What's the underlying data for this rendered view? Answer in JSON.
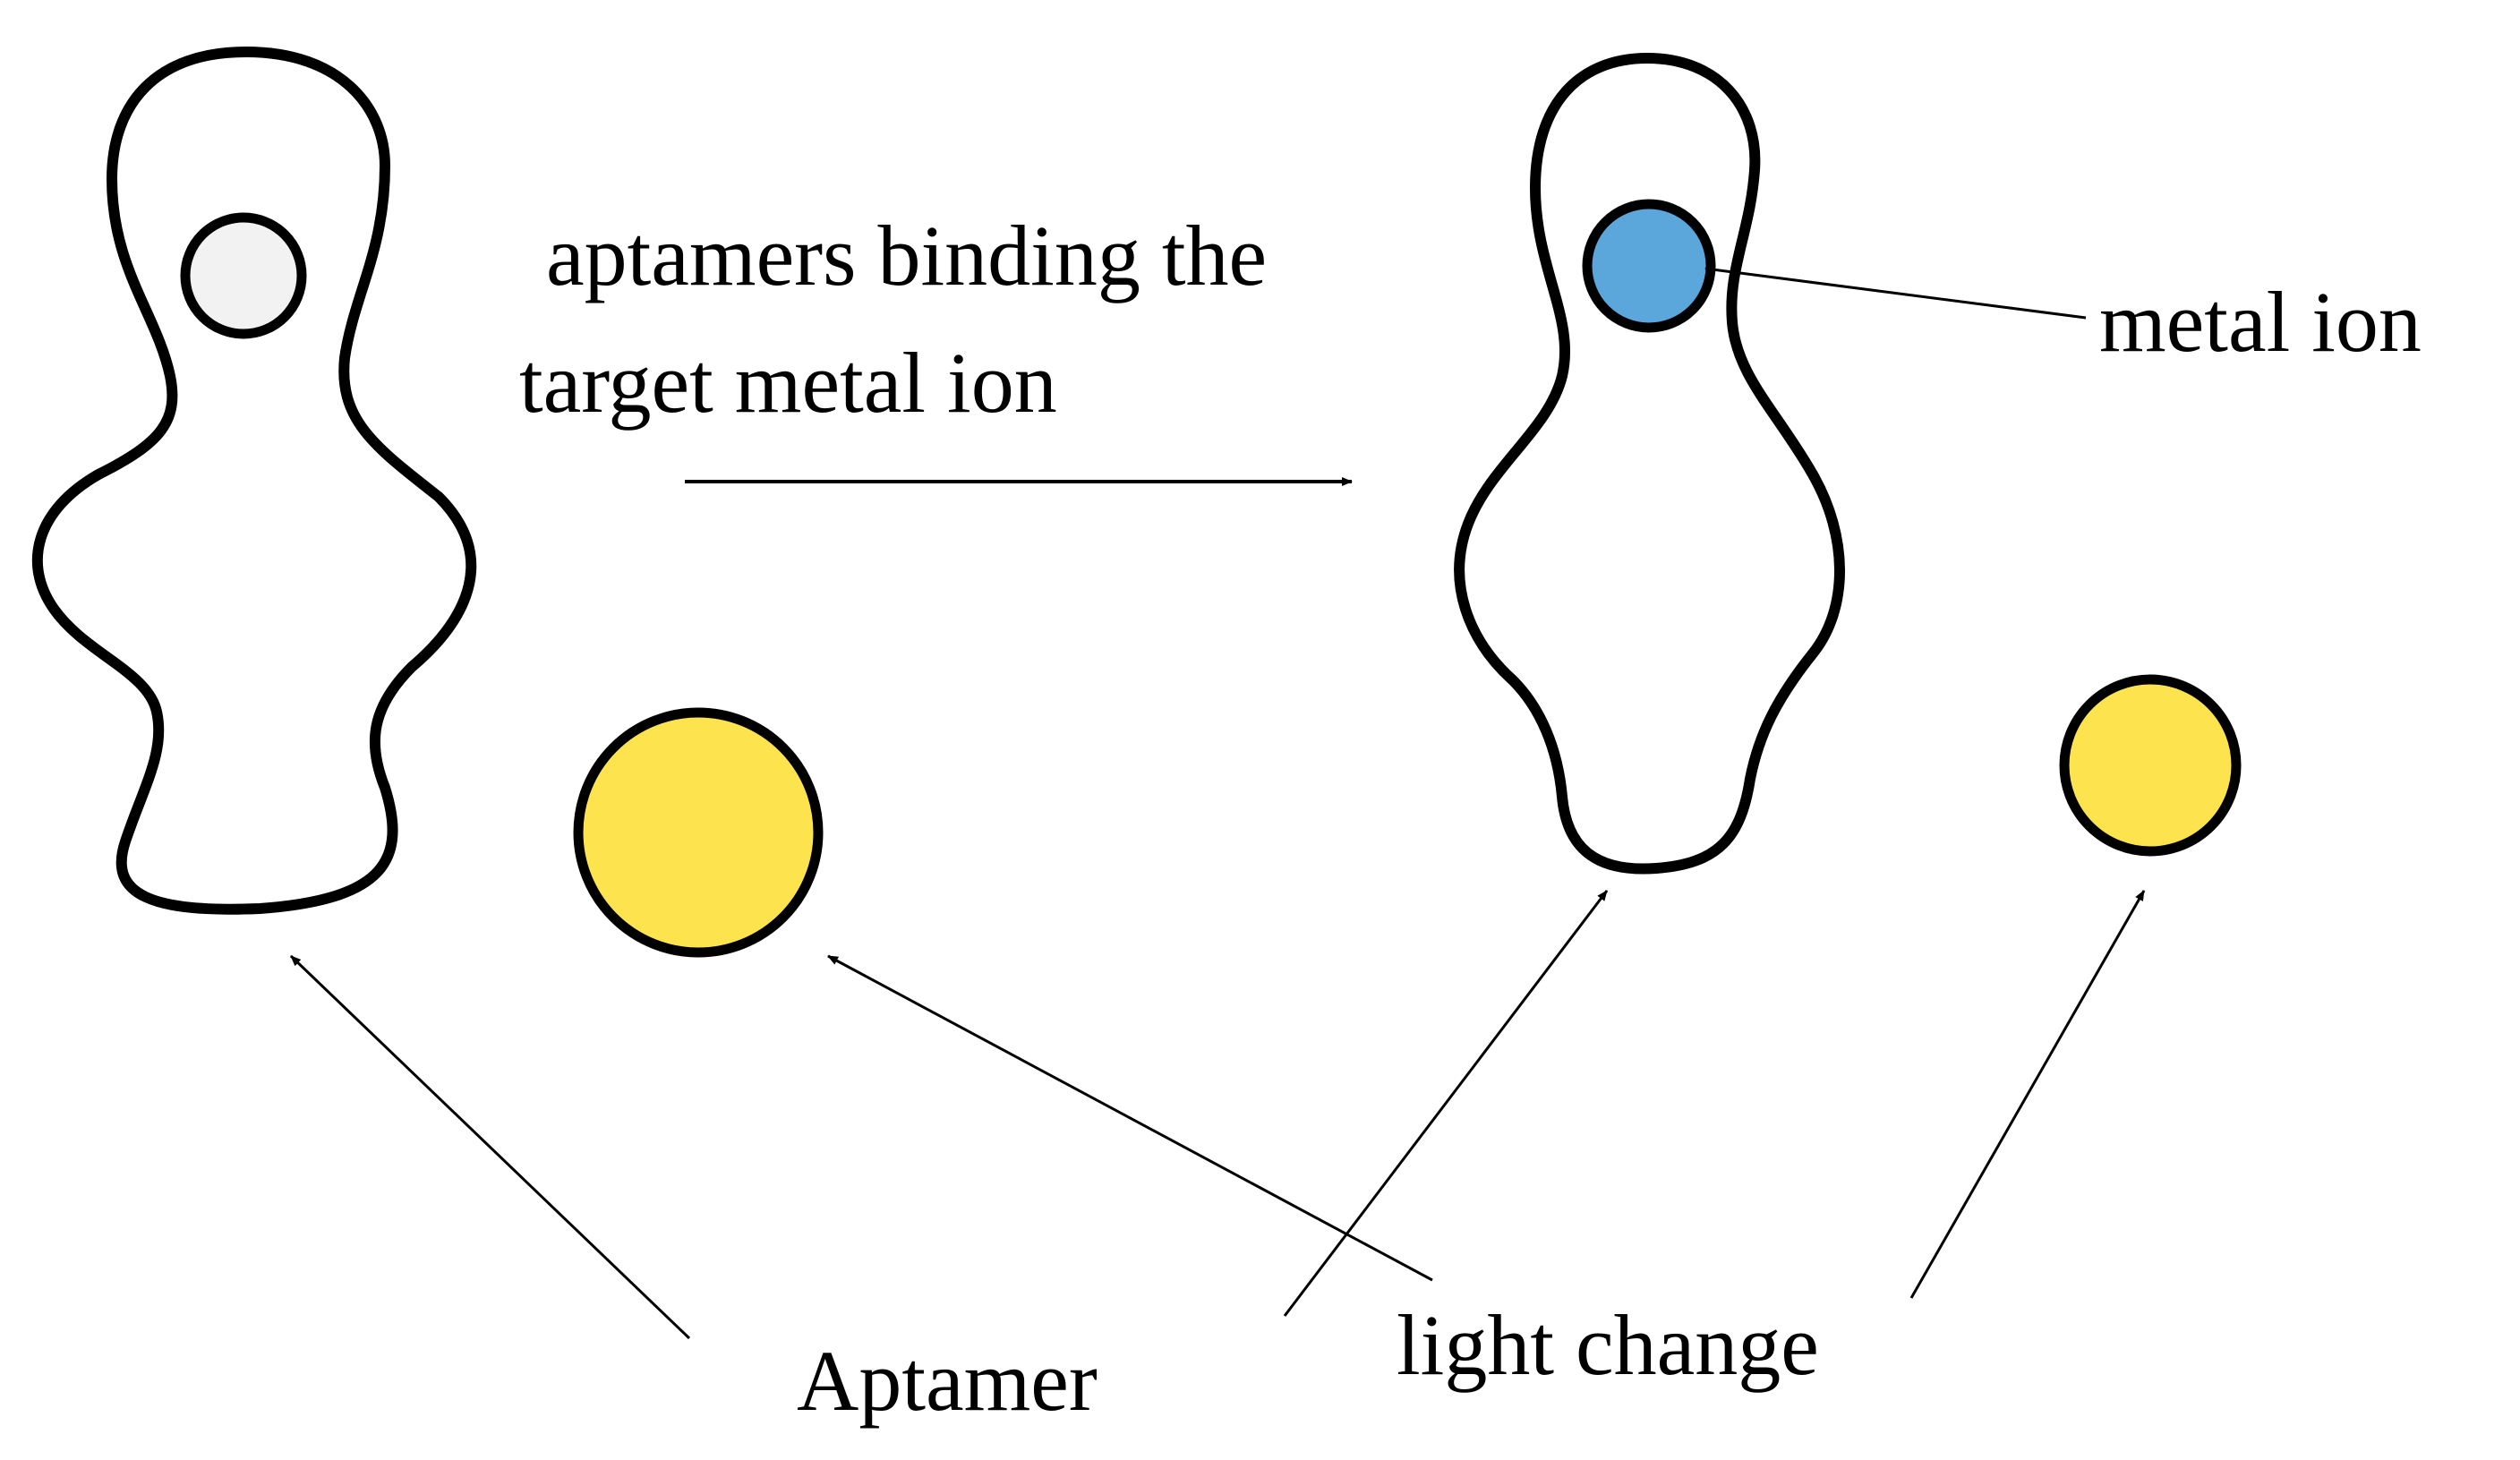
{
  "labels": {
    "process_line1": "aptamers binding the",
    "process_line2": "target metal ion",
    "metal_ion": "metal ion",
    "aptamer": "Aptamer",
    "light_change": "light change"
  },
  "colors": {
    "outline": "#000000",
    "empty_site": "#f2f2f2",
    "metal_ion": "#5ba7dc",
    "nanoparticle": "#fde44e",
    "background": "#ffffff"
  }
}
